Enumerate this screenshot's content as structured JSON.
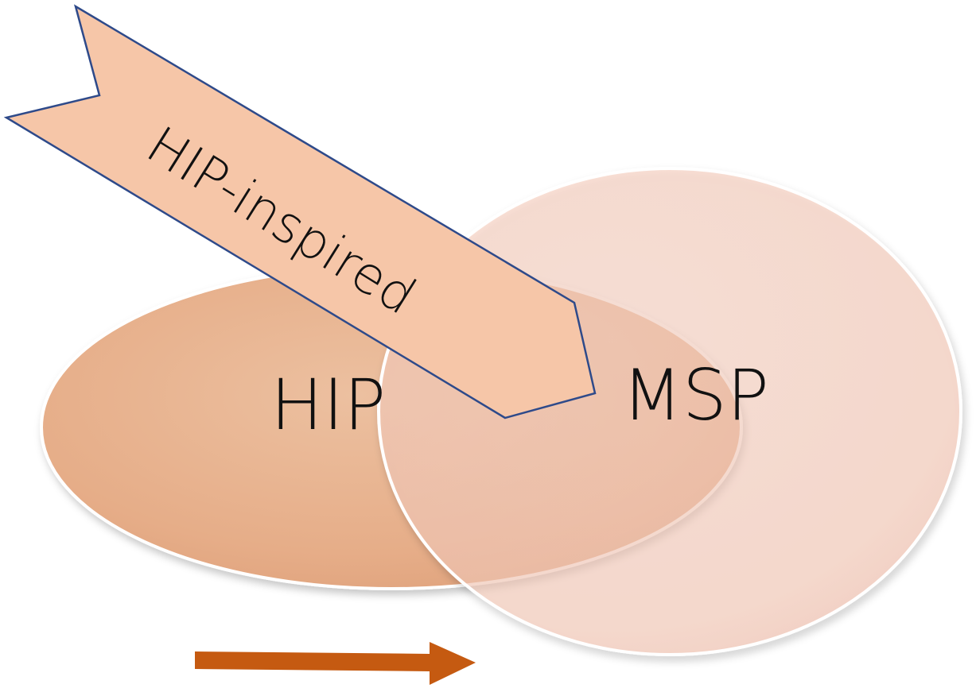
{
  "diagram": {
    "left_set_label": "HIP",
    "right_set_label": "MSP",
    "arrow_label": "HIP-inspired"
  },
  "colors": {
    "left_ellipse_fill": "#e8b08c",
    "right_circle_fill": "#f8cfc0",
    "arrow_banner_fill": "#f6c6a8",
    "arrow_banner_stroke": "#2e4a8a",
    "bottom_arrow_fill": "#c55a11",
    "text": "#111111"
  },
  "icons": {
    "banner_arrow": "chevron-banner-arrow-icon",
    "bottom_arrow": "right-arrow-icon"
  }
}
